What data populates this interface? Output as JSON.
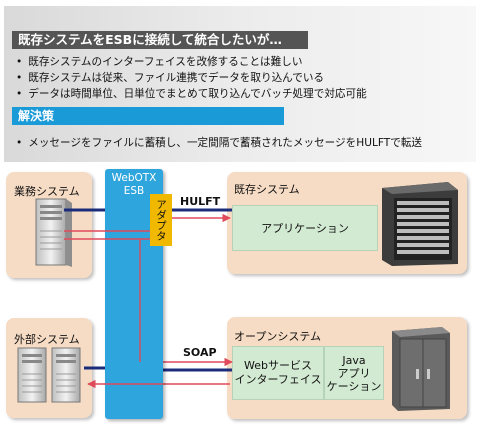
{
  "problem": {
    "heading": "既存システムをESBに接続して統合したいが…",
    "bullets": [
      "既存システムのインターフェイスを改修することは難しい",
      "既存システムは従来、ファイル連携でデータを取り込んでいる",
      "データは時間単位、日単位でまとめて取り込んでバッチ処理で対応可能"
    ]
  },
  "solution": {
    "heading": "解決策",
    "bullet": "メッセージをファイルに蓄積し、一定間隔で蓄積されたメッセージをHULFTで転送"
  },
  "diagram": {
    "business_system": "業務システム",
    "external_system": "外部システム",
    "esb_line1": "WebOTX",
    "esb_line2": "ESB",
    "adapter": "アダプタ",
    "hulft": "HULFT",
    "soap": "SOAP",
    "legacy_system": "既存システム",
    "legacy_app": "アプリケーション",
    "open_system": "オープンシステム",
    "ws_line1": "Webサービス",
    "ws_line2": "インターフェイス",
    "java_line1": "Java",
    "java_line2": "アプリ",
    "java_line3": "ケーション"
  }
}
